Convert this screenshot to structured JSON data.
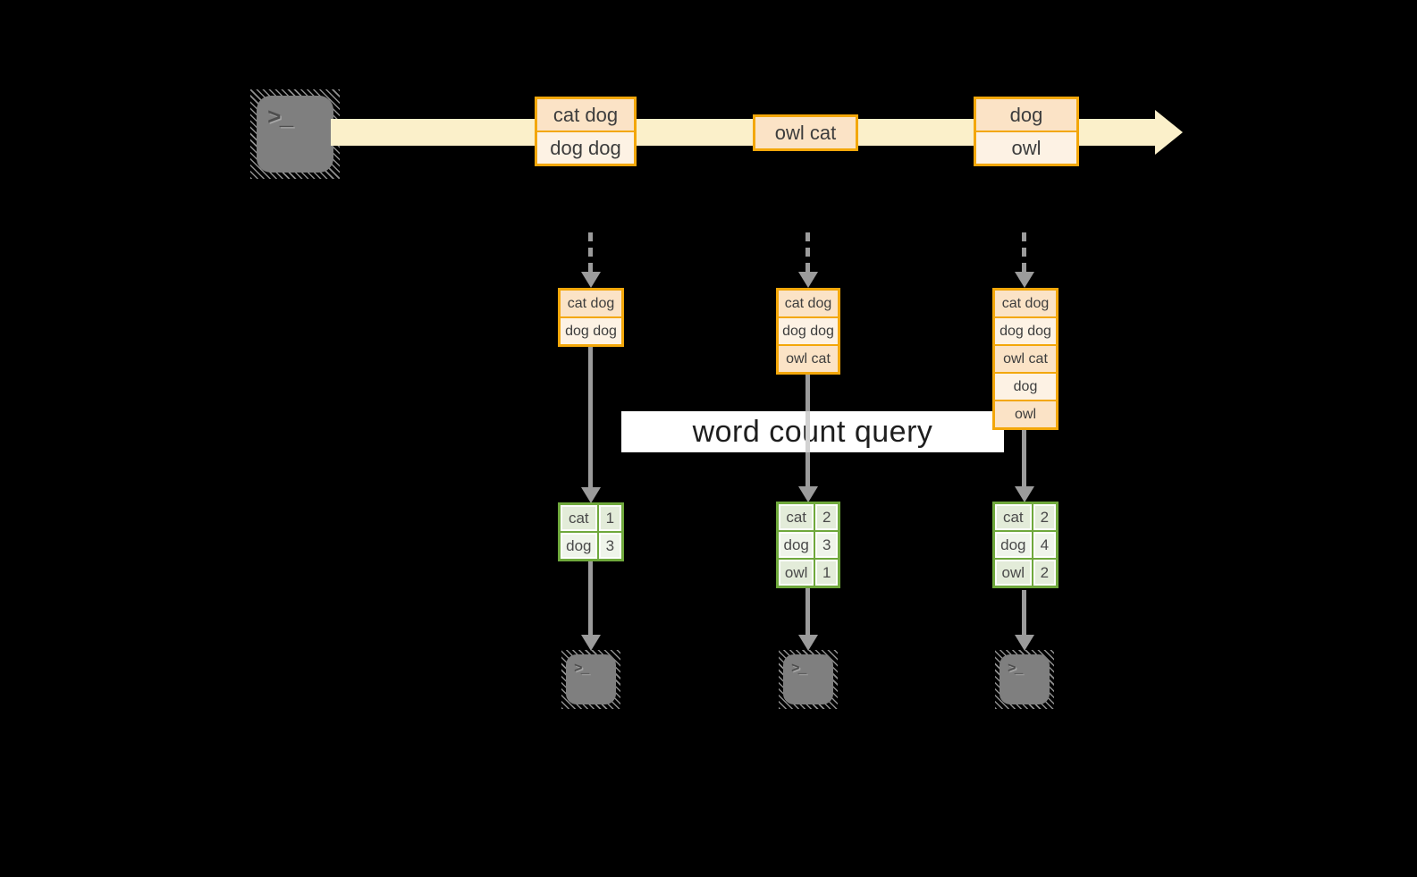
{
  "colors": {
    "accent_orange": "#f3a70a",
    "stream_fill": "#fbf0ca",
    "record_fill_dark": "#fbe3c6",
    "record_fill_light": "#fdf2e4",
    "green_border": "#6fa83c",
    "green_cell": "#e3ecd9",
    "green_cell_light": "#eff4ea",
    "arrow_gray": "#9b9b9b",
    "terminal_gray": "#7f7f7f",
    "query_box_bg": "#ffffff",
    "text_dark": "#3d3d3d"
  },
  "terminals": {
    "glyph": ">_"
  },
  "stream": {
    "batches": [
      {
        "lines": [
          "cat dog",
          "dog dog"
        ]
      },
      {
        "lines": [
          "owl cat"
        ]
      },
      {
        "lines": [
          "dog",
          "owl"
        ]
      }
    ]
  },
  "query": {
    "label": "word count query"
  },
  "columns": [
    {
      "input_rows": [
        "cat dog",
        "dog dog"
      ],
      "counts": [
        {
          "word": "cat",
          "count": "1"
        },
        {
          "word": "dog",
          "count": "3"
        }
      ]
    },
    {
      "input_rows": [
        "cat dog",
        "dog dog",
        "owl cat"
      ],
      "counts": [
        {
          "word": "cat",
          "count": "2"
        },
        {
          "word": "dog",
          "count": "3"
        },
        {
          "word": "owl",
          "count": "1"
        }
      ]
    },
    {
      "input_rows": [
        "cat dog",
        "dog dog",
        "owl cat",
        "dog",
        "owl"
      ],
      "counts": [
        {
          "word": "cat",
          "count": "2"
        },
        {
          "word": "dog",
          "count": "4"
        },
        {
          "word": "owl",
          "count": "2"
        }
      ]
    }
  ]
}
